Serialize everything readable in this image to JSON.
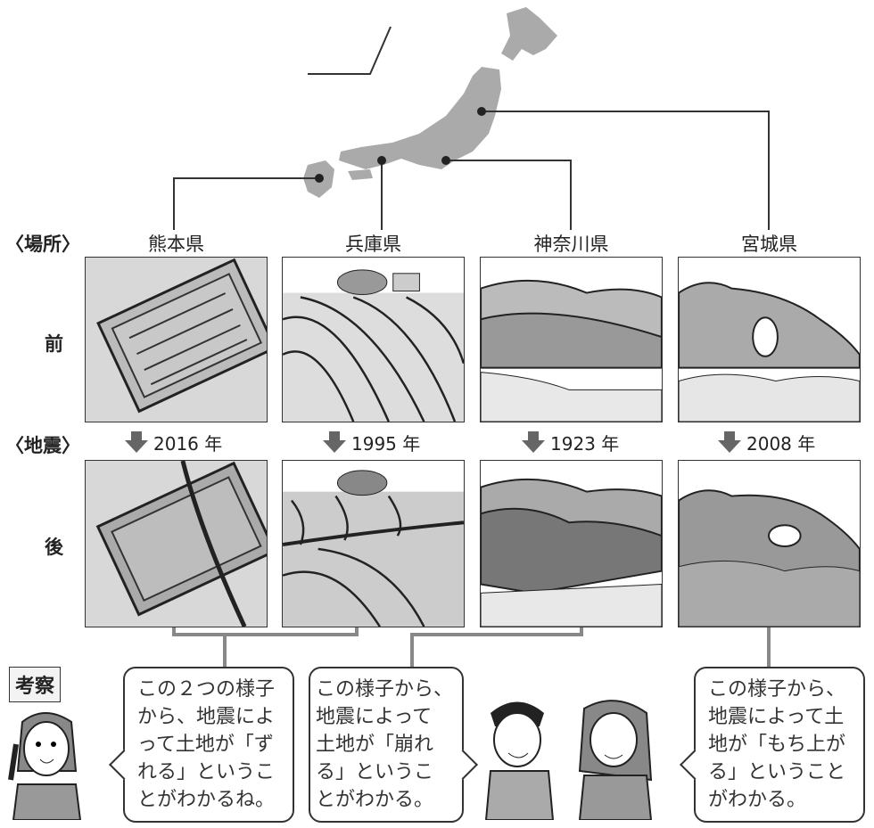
{
  "row_labels": {
    "place": "〈場所〉",
    "before": "前",
    "earthquake": "〈地震〉",
    "after": "後"
  },
  "columns": [
    {
      "prefecture": "熊本県",
      "year": "2016 年",
      "before_scene": "rice-field",
      "after_scene": "field-shifted"
    },
    {
      "prefecture": "兵庫県",
      "year": "1995 年",
      "before_scene": "farm-rows",
      "after_scene": "rows-shifted"
    },
    {
      "prefecture": "神奈川県",
      "year": "1923 年",
      "before_scene": "hills",
      "after_scene": "landslide"
    },
    {
      "prefecture": "宮城県",
      "year": "2008 年",
      "before_scene": "rock-arch",
      "after_scene": "uplift"
    }
  ],
  "consideration_label": "考察",
  "bubbles": [
    {
      "lines": [
        "この２つの様子",
        "から、地震によ",
        "って土地が「ず",
        "れる」というこ",
        "とがわかるね。"
      ]
    },
    {
      "lines": [
        "この様子から、",
        "地震によって",
        "土地が「崩れ",
        "る」というこ",
        "とがわかる。"
      ]
    },
    {
      "lines": [
        "この様子から、",
        "地震によって土",
        "地が「もち上が",
        "る」ということ",
        "がわかる。"
      ]
    }
  ],
  "colors": {
    "map": "#aaaaaa",
    "line": "#333333",
    "arrow": "#666666"
  }
}
